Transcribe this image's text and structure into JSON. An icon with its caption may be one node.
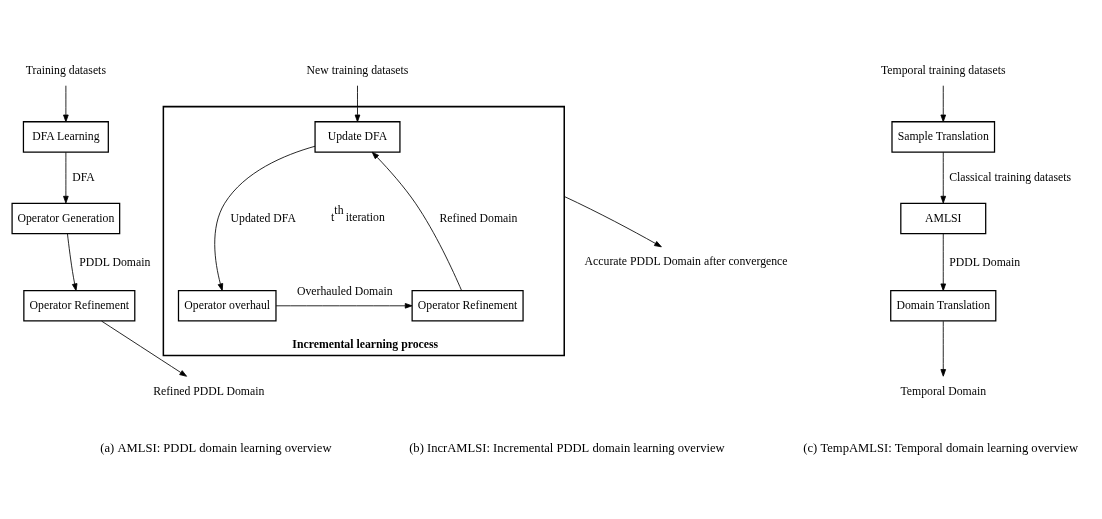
{
  "diagram": {
    "nodes": [
      {
        "text": [
          "Training datasets"
        ]
      },
      {
        "text": [
          "DFA Learning"
        ]
      },
      {
        "text": [
          "Operator Generation"
        ]
      },
      {
        "text": [
          "Operator Refinement"
        ]
      },
      {
        "text": [
          "Refined PDDL Domain"
        ]
      },
      {
        "text": [
          "New training datasets"
        ]
      },
      {
        "text": [
          "Incremental learning process"
        ]
      },
      {
        "text": [
          "Update DFA"
        ],
        "in": 6
      },
      {
        "text": [
          "Operator overhaul"
        ],
        "in": 6
      },
      {
        "text": [
          "Operator Refinement"
        ],
        "in": 6
      },
      {
        "text": [
          "Accurate PDDL Domain after convergence"
        ]
      },
      {
        "text": [
          "Temporal training datasets"
        ]
      },
      {
        "text": [
          "Sample Translation"
        ]
      },
      {
        "text": [
          "AMLSI"
        ]
      },
      {
        "text": [
          "Domain Translation"
        ]
      },
      {
        "text": [
          "Temporal Domain"
        ]
      }
    ],
    "edges": [
      {
        "from": 0,
        "to": 1,
        "arrow": "to"
      },
      {
        "from": 1,
        "to": 2,
        "arrow": "to",
        "label": "DFA"
      },
      {
        "from": 2,
        "to": 3,
        "arrow": "to",
        "label": "PDDL Domain"
      },
      {
        "from": 3,
        "to": 4,
        "arrow": "to"
      },
      {
        "from": 5,
        "to": 7,
        "arrow": "to"
      },
      {
        "from": 7,
        "to": 8,
        "arrow": "to",
        "label": "Updated DFA"
      },
      {
        "from": 8,
        "to": 9,
        "arrow": "to",
        "label": "Overhauled Domain"
      },
      {
        "from": 9,
        "to": 7,
        "arrow": "to",
        "label": "Refined Domain"
      },
      {
        "from": 6,
        "to": 10,
        "arrow": "to"
      },
      {
        "from": 11,
        "to": 12,
        "arrow": "to"
      },
      {
        "from": 12,
        "to": 13,
        "arrow": "to",
        "label": "Classical training datasets"
      },
      {
        "from": 13,
        "to": 14,
        "arrow": "to",
        "label": "PDDL Domain"
      },
      {
        "from": 14,
        "to": 15,
        "arrow": "to"
      }
    ],
    "labels": [
      "t$^{th}$ iteration",
      "(a) AMLSI: PDDL domain learning overview",
      "(b) IncrAMLSI: Incremental PDDL domain learning overview",
      "(c) TempAMLSI: Temporal domain learning overview"
    ]
  }
}
